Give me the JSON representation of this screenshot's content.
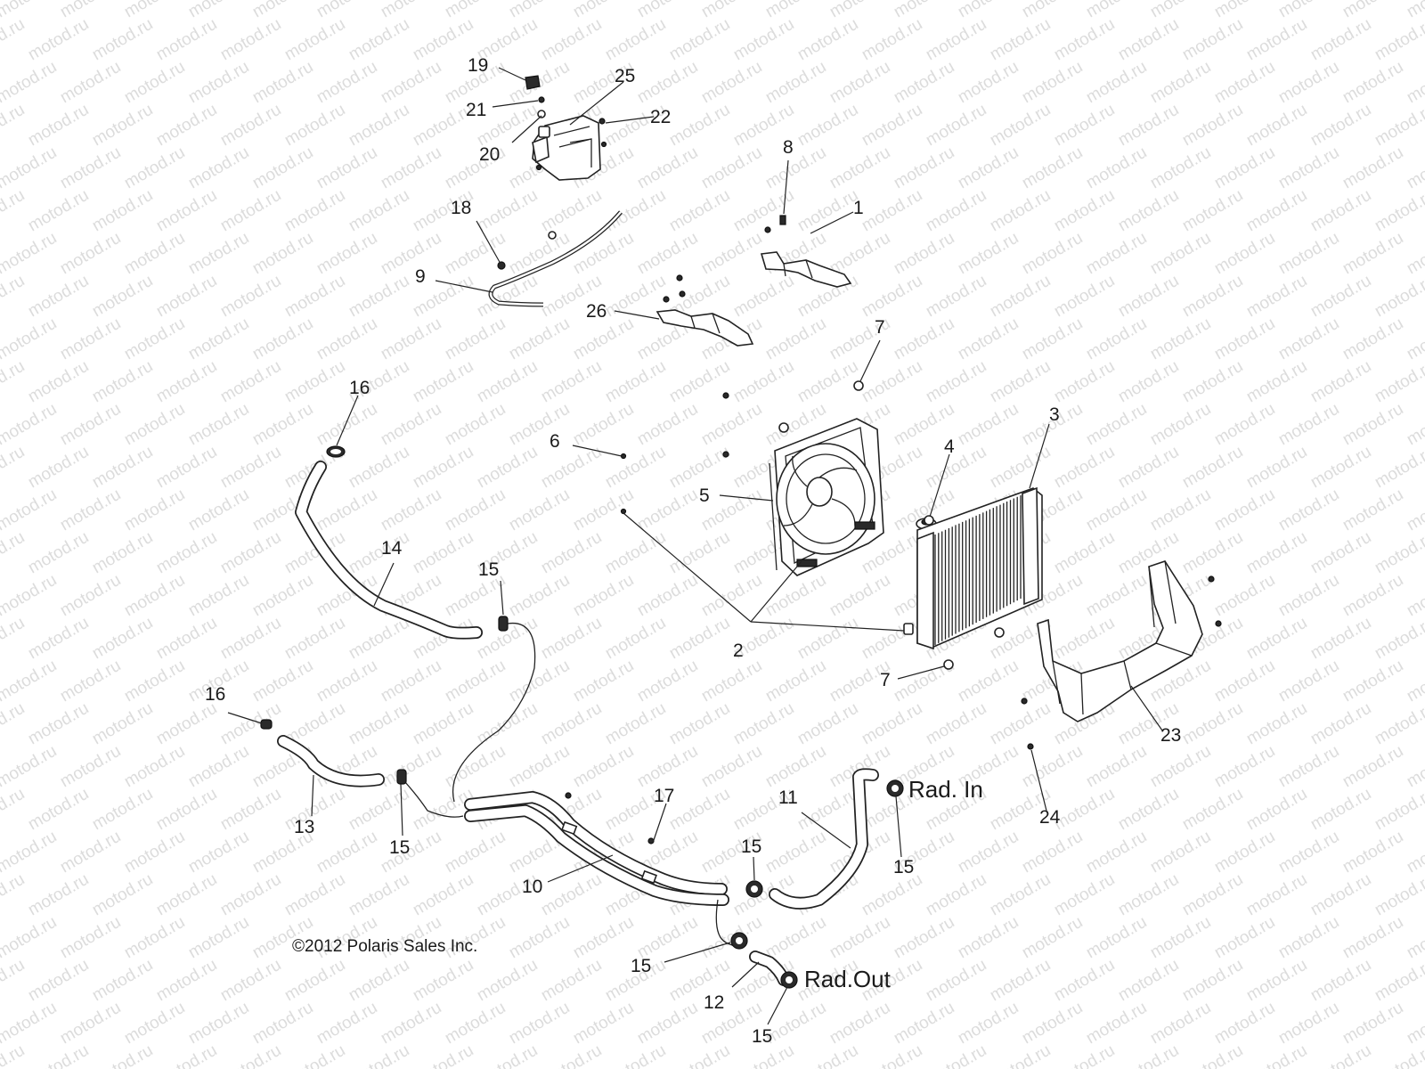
{
  "watermark": "motod.ru",
  "copyright": "©2012 Polaris Sales Inc.",
  "port_labels": {
    "rad_in": "Rad. In",
    "rad_out": "Rad.Out"
  },
  "callouts": {
    "c1": "1",
    "c2": "2",
    "c3": "3",
    "c4": "4",
    "c5": "5",
    "c6": "6",
    "c7a": "7",
    "c7b": "7",
    "c8": "8",
    "c9": "9",
    "c10": "10",
    "c11": "11",
    "c12": "12",
    "c13": "13",
    "c14": "14",
    "c15a": "15",
    "c15b": "15",
    "c15c": "15",
    "c15d": "15",
    "c15e": "15",
    "c15f": "15",
    "c16a": "16",
    "c16b": "16",
    "c17": "17",
    "c18": "18",
    "c19": "19",
    "c20": "20",
    "c21": "21",
    "c22": "22",
    "c23": "23",
    "c24": "24",
    "c25": "25",
    "c26": "26"
  }
}
